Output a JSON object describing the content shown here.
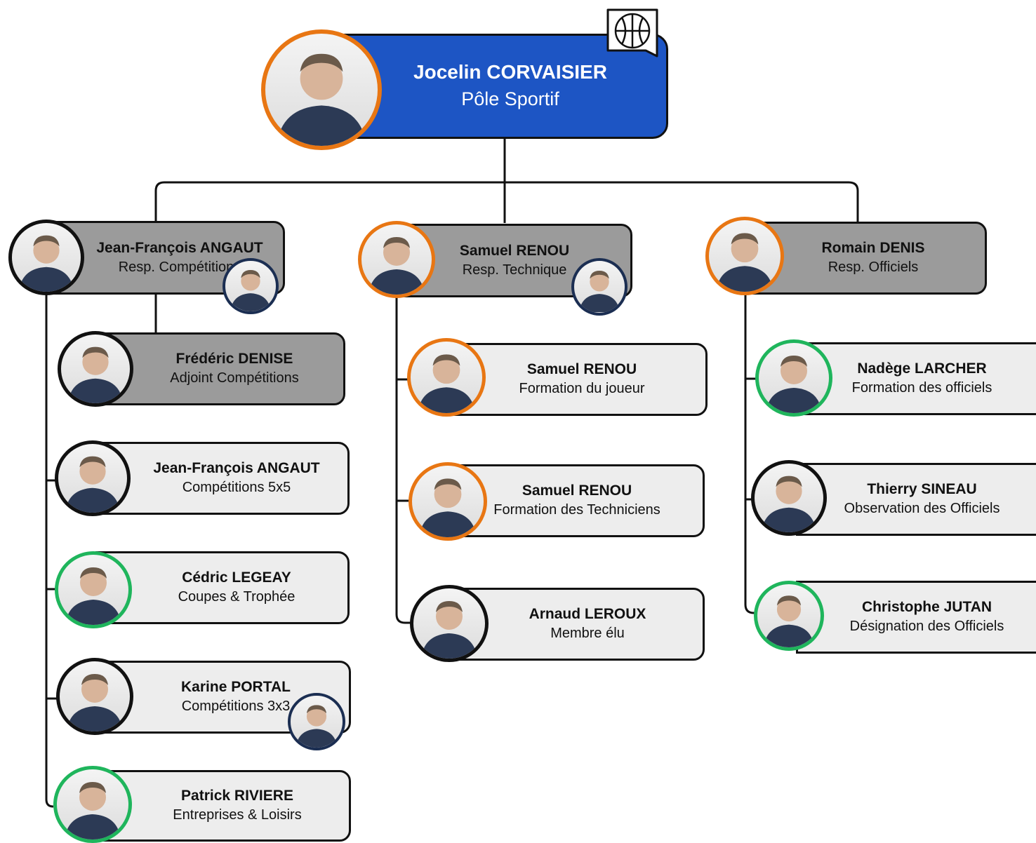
{
  "head": {
    "name": "Jocelin CORVAISIER",
    "role": "Pôle Sportif",
    "icon": "basketball-icon"
  },
  "columns": [
    {
      "lead": {
        "name": "Jean-François ANGAUT",
        "role": "Resp. Compétitions"
      },
      "deputy": {
        "name": "Frédéric DENISE",
        "role": "Adjoint Compétitions"
      },
      "members": [
        {
          "name": "Jean-François ANGAUT",
          "role": "Compétitions 5x5"
        },
        {
          "name": "Cédric LEGEAY",
          "role": "Coupes & Trophée"
        },
        {
          "name": "Karine PORTAL",
          "role": "Compétitions 3x3"
        },
        {
          "name": "Patrick RIVIERE",
          "role": "Entreprises & Loisirs"
        }
      ]
    },
    {
      "lead": {
        "name": "Samuel  RENOU",
        "role": "Resp. Technique"
      },
      "members": [
        {
          "name": "Samuel RENOU",
          "role": "Formation du joueur"
        },
        {
          "name": "Samuel RENOU",
          "role": "Formation des Techniciens"
        },
        {
          "name": "Arnaud LEROUX",
          "role": "Membre élu"
        }
      ]
    },
    {
      "lead": {
        "name": "Romain DENIS",
        "role": "Resp. Officiels"
      },
      "members": [
        {
          "name": "Nadège LARCHER",
          "role": "Formation des officiels"
        },
        {
          "name": "Thierry SINEAU",
          "role": "Observation des Officiels"
        },
        {
          "name": "Christophe JUTAN",
          "role": "Désignation des Officiels"
        }
      ]
    }
  ],
  "colors": {
    "head": "#1d55c4",
    "lead": "#9b9b9b",
    "member": "#ededed",
    "orange_ring": "#e87613",
    "green_ring": "#1fb55c",
    "black_ring": "#111111",
    "navy_ring": "#1b2e52"
  }
}
